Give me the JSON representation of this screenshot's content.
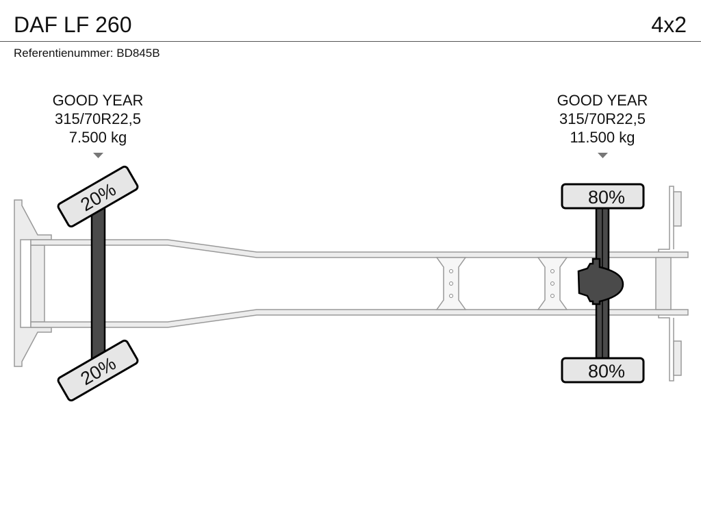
{
  "header": {
    "title": "DAF LF 260",
    "axle_configuration": "4x2",
    "reference": "Referentienummer: BD845B"
  },
  "axles": [
    {
      "position": "front",
      "tyre_brand": "GOOD YEAR",
      "tyre_size": "315/70R22,5",
      "load_capacity": "7.500 kg",
      "left_tyre_tread": "20%",
      "right_tyre_tread": "20%"
    },
    {
      "position": "rear",
      "tyre_brand": "GOOD YEAR",
      "tyre_size": "315/70R22,5",
      "load_capacity": "11.500 kg",
      "left_tyre_tread": "80%",
      "right_tyre_tread": "80%"
    }
  ],
  "colors": {
    "axle": "#4a4a4a",
    "tyre_fill": "#e6e6e6",
    "frame_stroke": "#999999"
  }
}
